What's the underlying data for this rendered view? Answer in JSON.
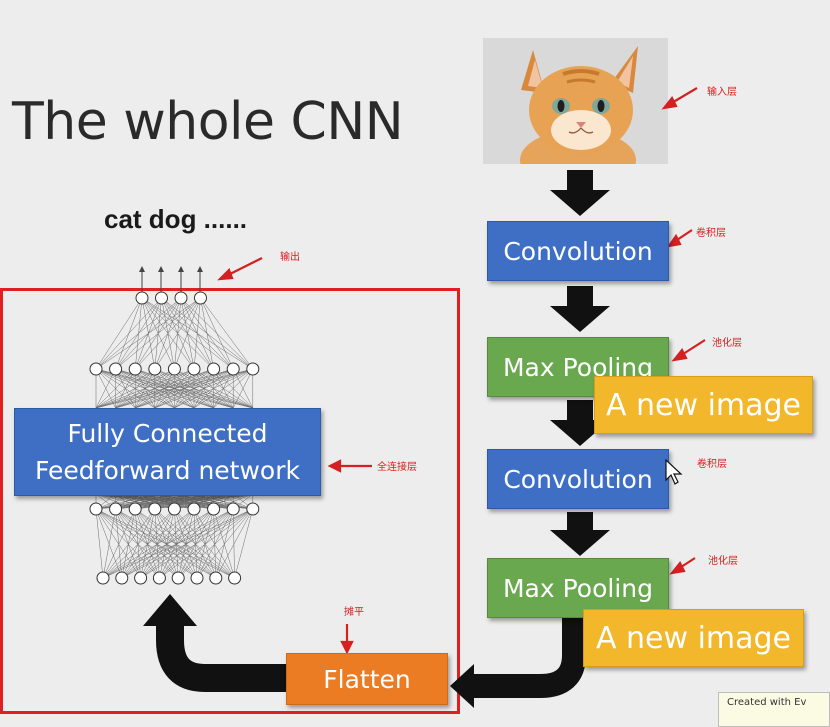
{
  "slide": {
    "title": "The whole CNN",
    "output_label": "cat dog ......"
  },
  "pipeline": {
    "conv1": "Convolution",
    "pool1": "Max Pooling",
    "new_image_1": "A new image",
    "conv2": "Convolution",
    "pool2": "Max Pooling",
    "new_image_2": "A new image",
    "flatten": "Flatten"
  },
  "fc_network": {
    "line1": "Fully Connected",
    "line2": "Feedforward network"
  },
  "annotations": {
    "input_layer": "输入层",
    "conv_layer_1": "卷积层",
    "pool_layer_1": "池化层",
    "conv_layer_2": "卷积层",
    "pool_layer_2": "池化层",
    "output": "输出",
    "fully_connected": "全连接层",
    "flatten": "摊平"
  },
  "watermark": "Created with Ev",
  "colors": {
    "blue": "#3f6fc4",
    "green": "#6aa84f",
    "orange": "#ec7c24",
    "yellow": "#f2b72a",
    "red": "#e02020"
  }
}
